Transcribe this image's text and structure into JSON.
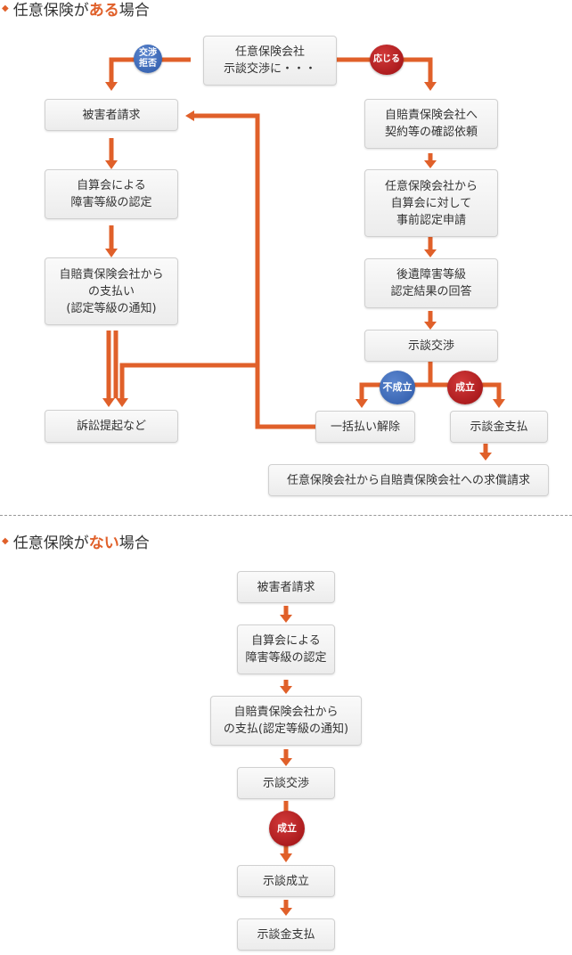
{
  "section_with": {
    "prefix": "任意保険が",
    "highlight": "ある",
    "suffix": "場合"
  },
  "section_without": {
    "prefix": "任意保険が",
    "highlight": "ない",
    "suffix": "場合"
  },
  "with": {
    "top": "任意保険会社\n示談交渉に・・・",
    "badge_refuse": "交渉\n拒否",
    "badge_accept": "応じる",
    "victim_claim": "被害者請求",
    "certification": "自算会による\n障害等級の認定",
    "payment": "自賠責保険会社から\nの支払い\n(認定等級の通知)",
    "lawsuit": "訴訟提起など",
    "confirm": "自賠責保険会社へ\n契約等の確認依頼",
    "pre_cert": "任意保険会社から\n自算会に対して\n事前認定申請",
    "result": "後遺障害等級\n認定結果の回答",
    "negotiation": "示談交渉",
    "badge_fail": "不成立",
    "badge_success": "成立",
    "lump_cancel": "一括払い解除",
    "settlement_pay": "示談金支払",
    "reimbursement": "任意保険会社から自賠責保険会社への求償請求"
  },
  "without": {
    "victim_claim": "被害者請求",
    "certification": "自算会による\n障害等級の認定",
    "payment": "自賠責保険会社から\nの支払(認定等級の通知)",
    "negotiation": "示談交渉",
    "badge_success": "成立",
    "settled": "示談成立",
    "settlement_pay": "示談金支払"
  },
  "colors": {
    "accent": "#e0602a",
    "badge_blue": "#2d59a8",
    "badge_red": "#9c0f12"
  }
}
